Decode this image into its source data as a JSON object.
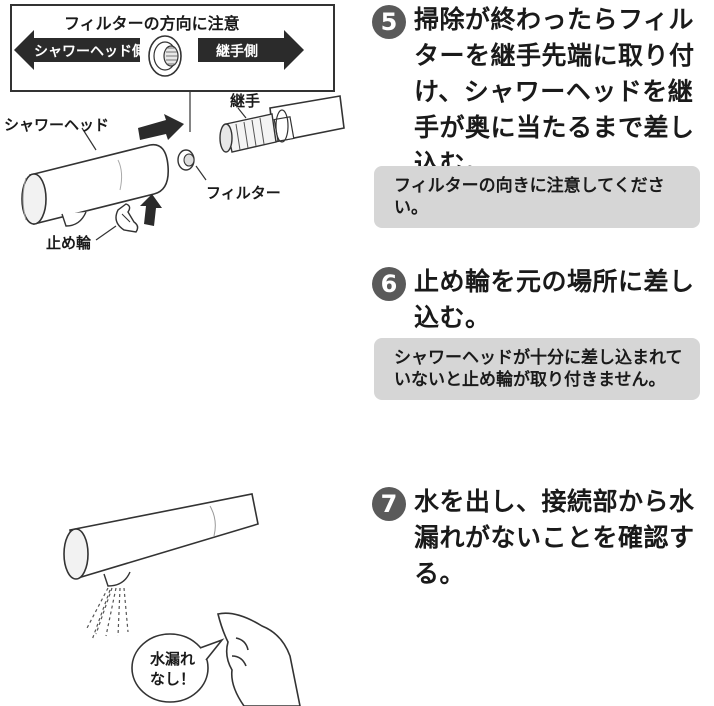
{
  "diagram_top": {
    "box_title": "フィルターの方向に注意",
    "arrow_left_label": "シャワーヘッド側",
    "arrow_right_label": "継手側",
    "label_shower_head": "シャワーヘッド",
    "label_joint": "継手",
    "label_filter": "フィルター",
    "label_retaining_ring": "止め輪"
  },
  "diagram_bottom": {
    "bubble_text_line1": "水漏れ",
    "bubble_text_line2": "なし！"
  },
  "steps": [
    {
      "number": "5",
      "text": "掃除が終わったらフィルターを継手先端に取り付け、シャワーヘッドを継手が奥に当たるまで差し込む。",
      "note": "フィルターの向きに注意してください。"
    },
    {
      "number": "6",
      "text": "止め輪を元の場所に差し込む。",
      "note": "シャワーヘッドが十分に差し込まれていないと止め輪が取り付きません。"
    },
    {
      "number": "7",
      "text": "水を出し、接続部から水漏れがないことを確認する。"
    }
  ],
  "colors": {
    "step_circle": "#5a5a5a",
    "note_background": "#d6d6d6",
    "arrow_fill": "#2b2b2b"
  }
}
